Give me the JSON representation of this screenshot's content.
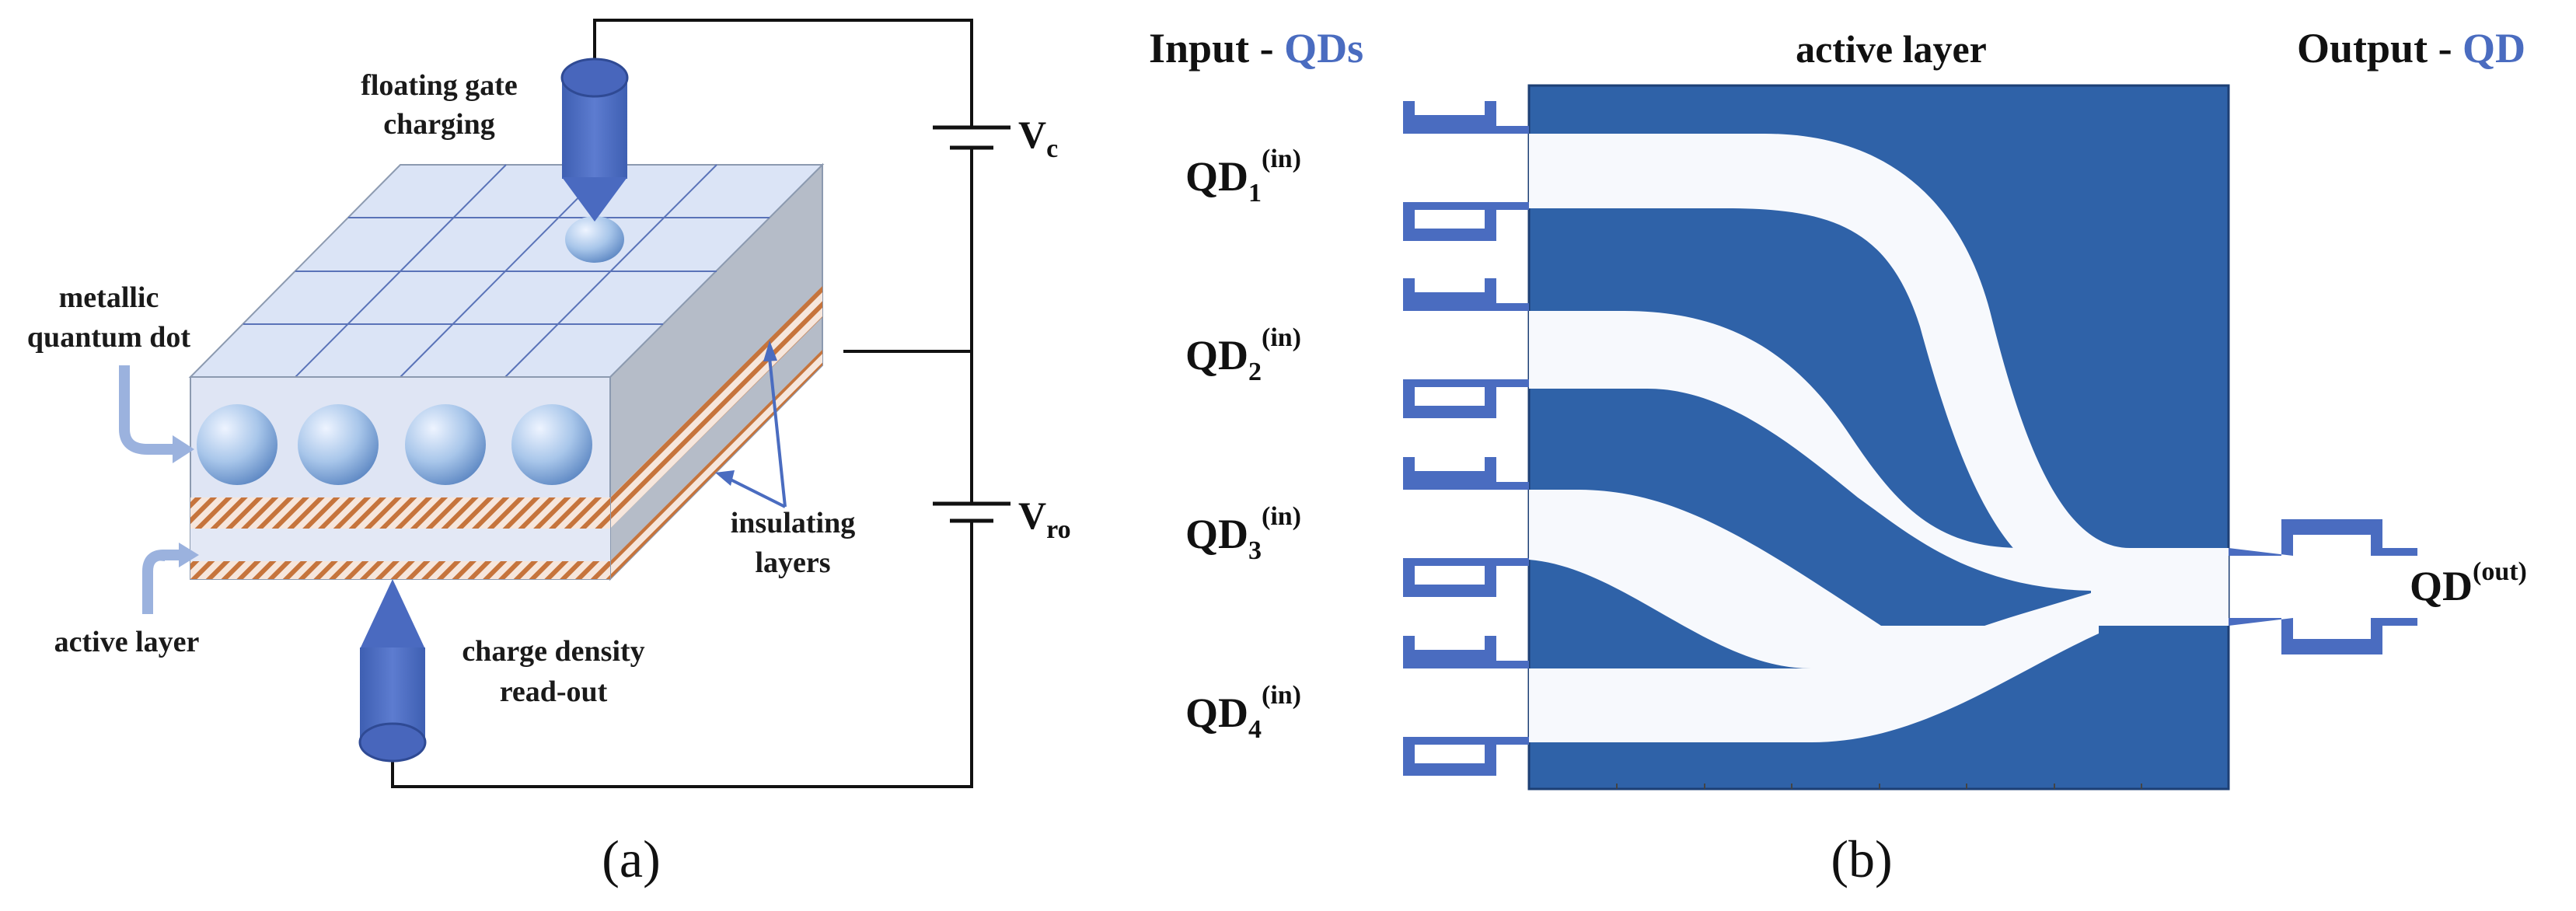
{
  "panel_a": {
    "caption": "(a)",
    "floating_gate_line1": "floating gate",
    "floating_gate_line2": "charging",
    "metallic_line1": "metallic",
    "metallic_line2": "quantum dot",
    "insulating_line1": "insulating",
    "insulating_line2": "layers",
    "active_layer": "active layer",
    "readout_line1": "charge density",
    "readout_line2": "read-out",
    "vc_main": "V",
    "vc_sub": "c",
    "vro_main": "V",
    "vro_sub": "ro"
  },
  "panel_b": {
    "caption": "(b)",
    "input_prefix": "Input - ",
    "input_highlight": "QDs",
    "active_layer_title": "active layer",
    "output_prefix": "Output - ",
    "output_highlight": "QD",
    "inputs": [
      {
        "main": "QD",
        "sub": "1",
        "sup": "(in)"
      },
      {
        "main": "QD",
        "sub": "2",
        "sup": "(in)"
      },
      {
        "main": "QD",
        "sub": "3",
        "sup": "(in)"
      },
      {
        "main": "QD",
        "sub": "4",
        "sup": "(in)"
      }
    ],
    "output": {
      "main": "QD",
      "sup": "(out)"
    }
  },
  "colors": {
    "active_layer_fill": "#2f62a8",
    "waveguide_fill": "#f7f9fd",
    "port_blue": "#4a6cc0",
    "highlight_text": "#4a6cc0",
    "probe_blue": "#4a6ac0"
  }
}
